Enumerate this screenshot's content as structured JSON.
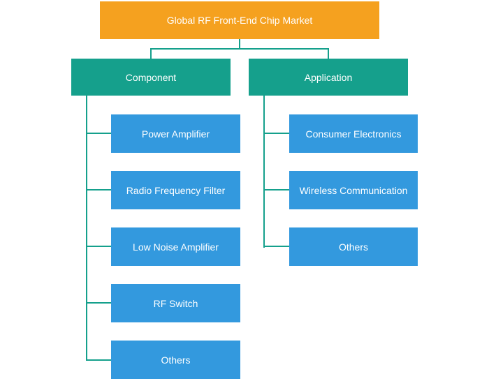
{
  "root": {
    "label": "Global RF Front-End Chip Market",
    "color": "#f5a11f"
  },
  "categories": [
    {
      "label": "Component",
      "color": "#15a08c",
      "items": [
        "Power Amplifier",
        "Radio Frequency Filter",
        "Low Noise Amplifier",
        "RF Switch",
        "Others"
      ]
    },
    {
      "label": "Application",
      "color": "#15a08c",
      "items": [
        "Consumer Electronics",
        "Wireless Communication",
        "Others"
      ]
    }
  ],
  "leaf_color": "#3399de",
  "connector_color": "#15a08c"
}
